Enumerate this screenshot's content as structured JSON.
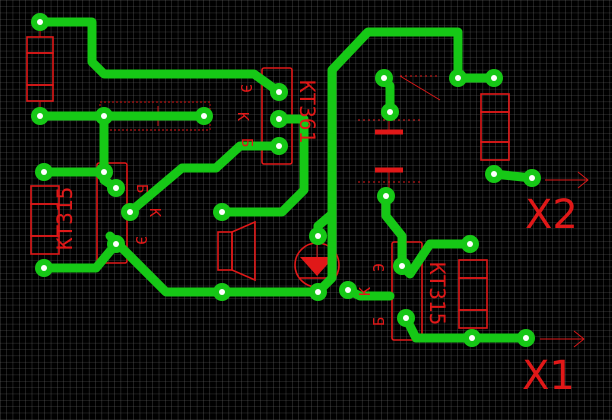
{
  "colors": {
    "background": "#000000",
    "grid": "#6a6a6a",
    "copper": "#16c816",
    "silkscreen": "#e01818",
    "pad_hole": "#ffffff"
  },
  "transistors": [
    {
      "part": "KT361",
      "pins": [
        "Э",
        "К",
        "Б"
      ]
    },
    {
      "part": "KT315",
      "pins": [
        "Б",
        "Э",
        "К"
      ]
    },
    {
      "part": "KT315",
      "pins": [
        "Э",
        "Б",
        "К"
      ]
    }
  ],
  "connectors": {
    "x2": "X2",
    "x1": "X1"
  }
}
